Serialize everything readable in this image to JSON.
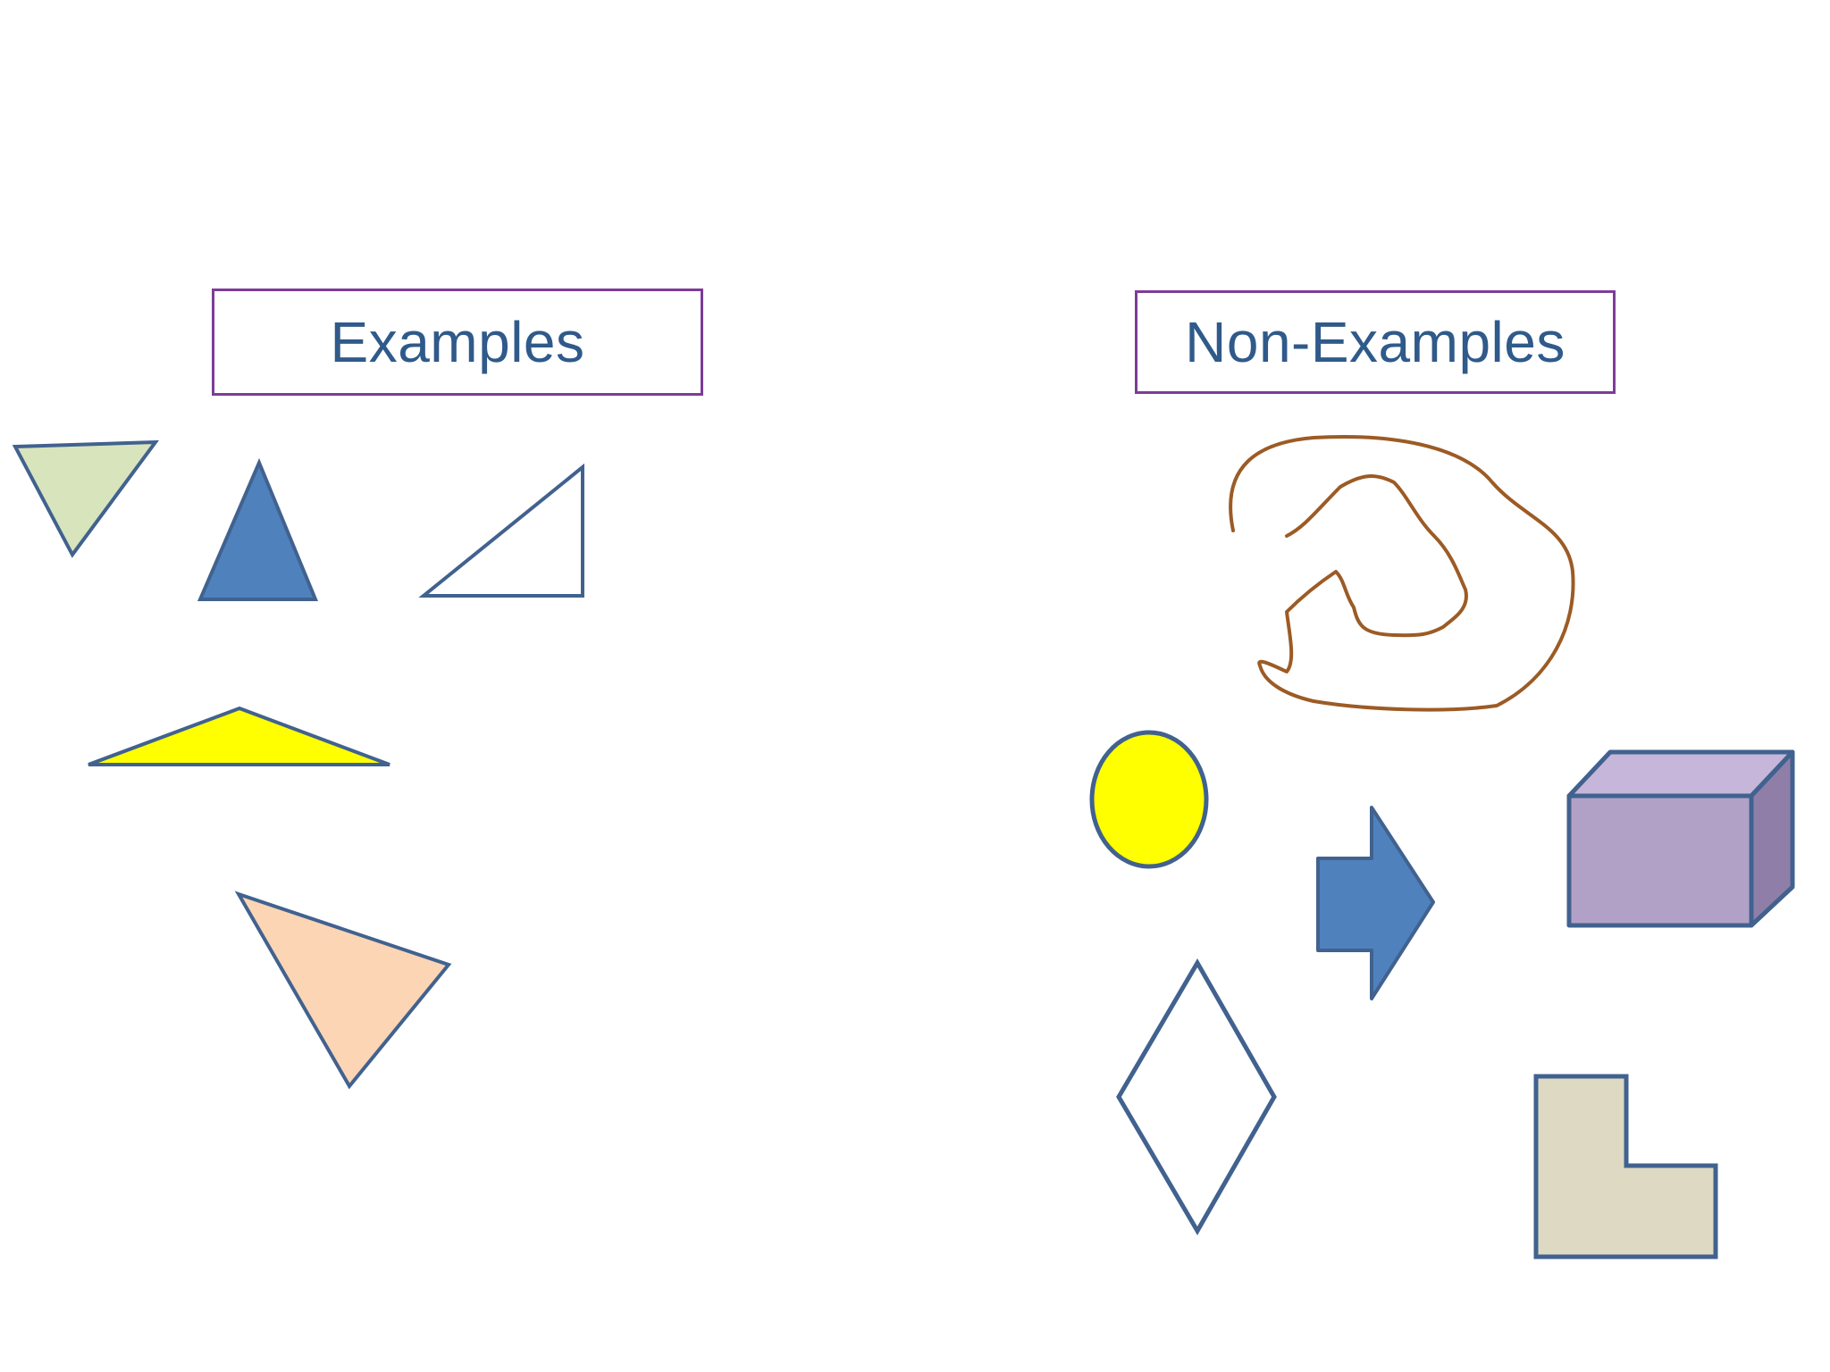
{
  "headings": {
    "examples": "Examples",
    "non_examples": "Non-Examples"
  },
  "colors": {
    "heading_text": "#2f5a8a",
    "heading_border": "#7d3c98",
    "stroke": "#41628f",
    "light_green": "#d8e4bc",
    "blue": "#4f81bd",
    "white": "#ffffff",
    "yellow": "#ffff00",
    "peach": "#fcd5b5",
    "brown": "#9c5b25",
    "purple_front": "#b2a1c7",
    "purple_top": "#c6b6d9",
    "purple_side": "#8f7fa8",
    "beige": "#ddd9c3"
  },
  "examples": [
    {
      "shape": "triangle",
      "fill": "light green"
    },
    {
      "shape": "triangle",
      "fill": "blue"
    },
    {
      "shape": "right triangle",
      "fill": "white"
    },
    {
      "shape": "triangle",
      "fill": "yellow"
    },
    {
      "shape": "triangle",
      "fill": "peach"
    }
  ],
  "non_examples": [
    {
      "shape": "open curve",
      "color": "brown"
    },
    {
      "shape": "circle",
      "fill": "yellow"
    },
    {
      "shape": "arrow",
      "fill": "blue"
    },
    {
      "shape": "cube",
      "fill": "purple"
    },
    {
      "shape": "rhombus",
      "fill": "white"
    },
    {
      "shape": "L-shape",
      "fill": "beige"
    }
  ]
}
